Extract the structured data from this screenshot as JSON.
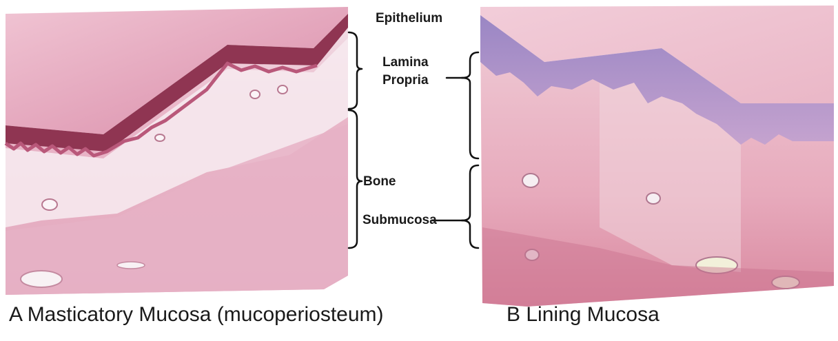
{
  "labels": {
    "epithelium": "Epithelium",
    "lamina_propria_line1": "Lamina",
    "lamina_propria_line2": "Propria",
    "bone": "Bone",
    "submucosa": "Submucosa"
  },
  "captions": {
    "panel_a": "A Masticatory Mucosa (mucoperiosteum)",
    "panel_b": "B Lining Mucosa"
  },
  "colors": {
    "epithelium_a": "#8f3552",
    "epithelium_b": "#8a6fb0",
    "tissue_pink": "#e7a9c0",
    "bone_pink": "#e9b6c8",
    "connective_white": "#f6e9ee",
    "label_text": "#1a1a1a"
  }
}
